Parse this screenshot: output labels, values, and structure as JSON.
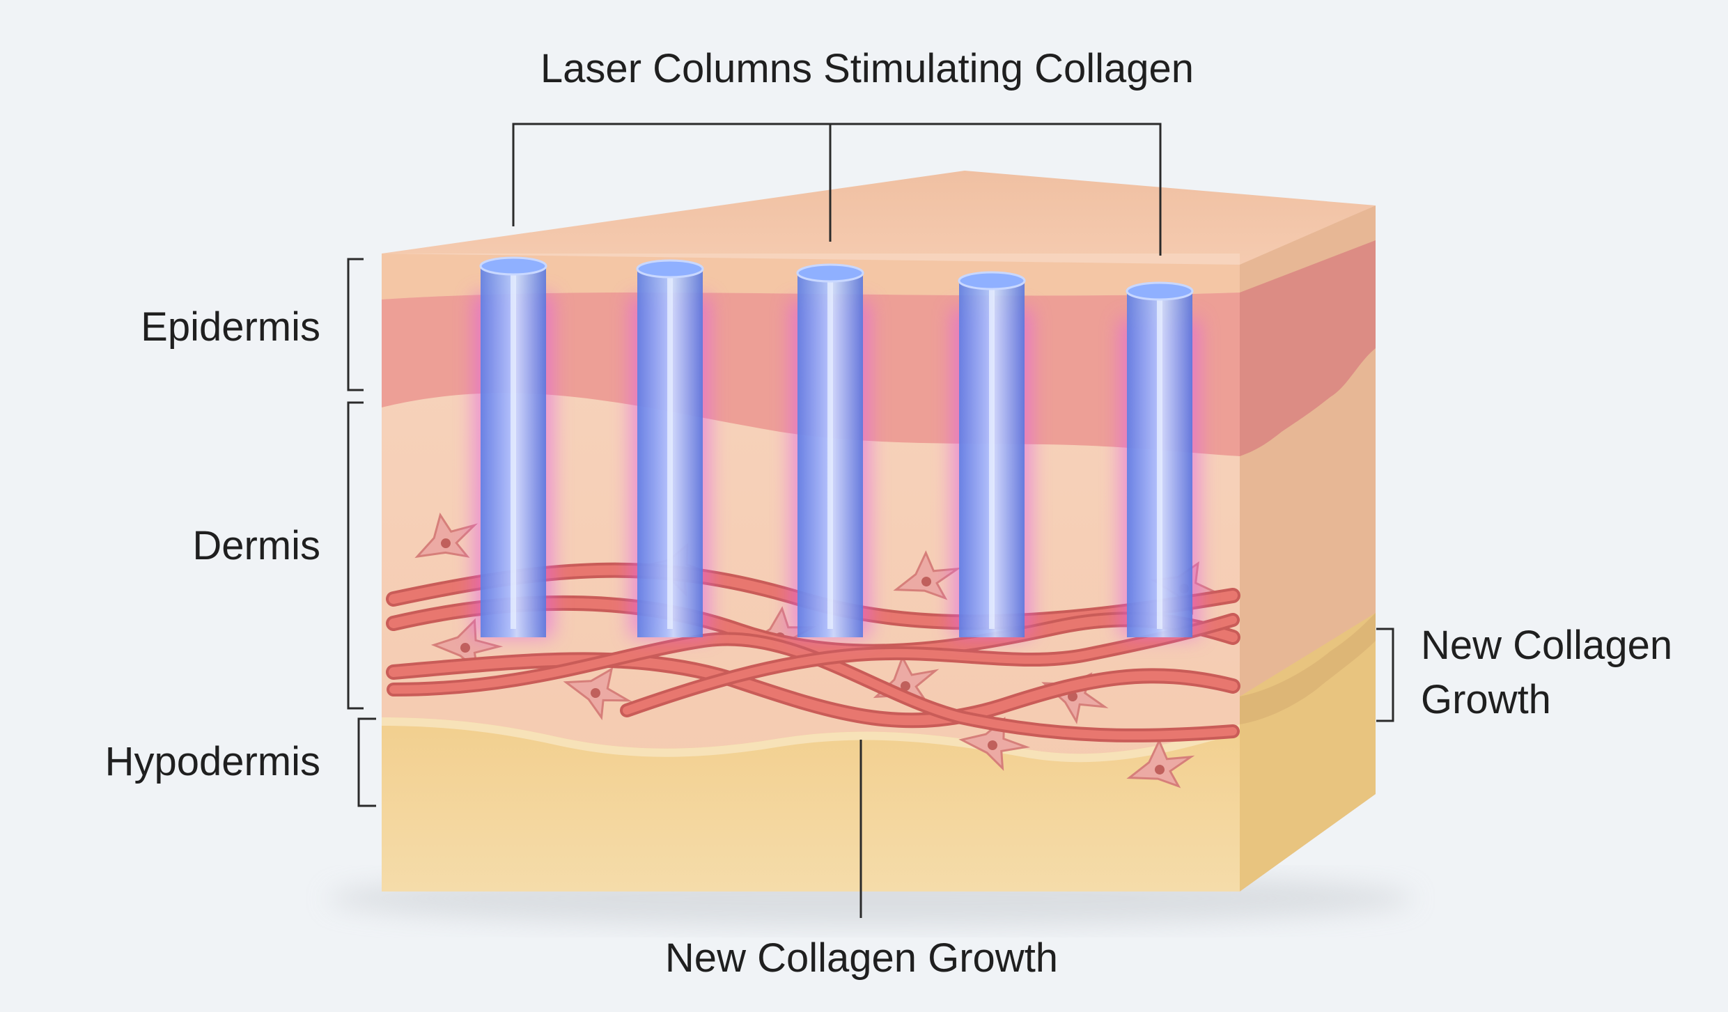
{
  "title": "Laser Columns Stimulating Collagen",
  "layers": {
    "epidermis": "Epidermis",
    "dermis": "Dermis",
    "hypodermis": "Hypodermis"
  },
  "side_label": {
    "line1": "New Collagen",
    "line2": "Growth"
  },
  "bottom_label": "New Collagen Growth",
  "laser_column_count": 5,
  "colors": {
    "background": "#f0f3f6",
    "epidermis_top": "#f3c4a6",
    "epidermis_band": "#ec9d95",
    "dermis": "#f6cdb3",
    "hypodermis": "#f2d39a",
    "laser": "#7f9df3",
    "laser_glow": "#e15ce8",
    "collagen_fiber": "#e2706a",
    "label_line": "#2a2a2a"
  }
}
